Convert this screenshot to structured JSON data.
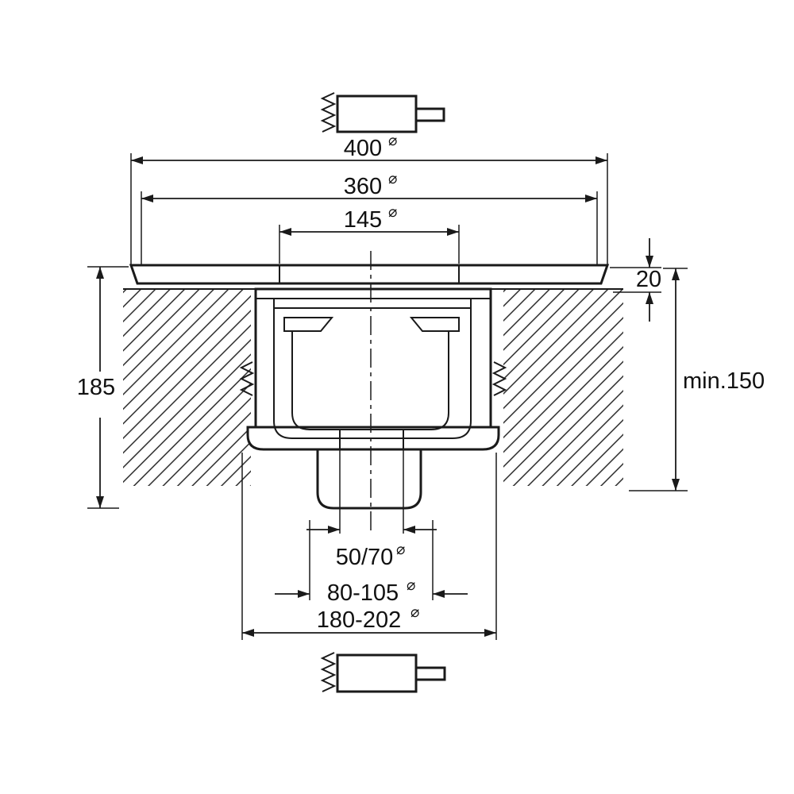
{
  "meta": {
    "background": "#ffffff",
    "ink": "#1a1a1a",
    "drawing_type": "floor-drain-cross-section"
  },
  "labels": {
    "dia": "⌀",
    "top_width": "400",
    "flange_width": "360",
    "grate_width": "145",
    "flange_thickness": "20",
    "min_install_depth": "min.150",
    "body_height": "185",
    "outlet_diameter": "50/70",
    "mid_diameter": "80-105",
    "base_diameter": "180-202"
  }
}
